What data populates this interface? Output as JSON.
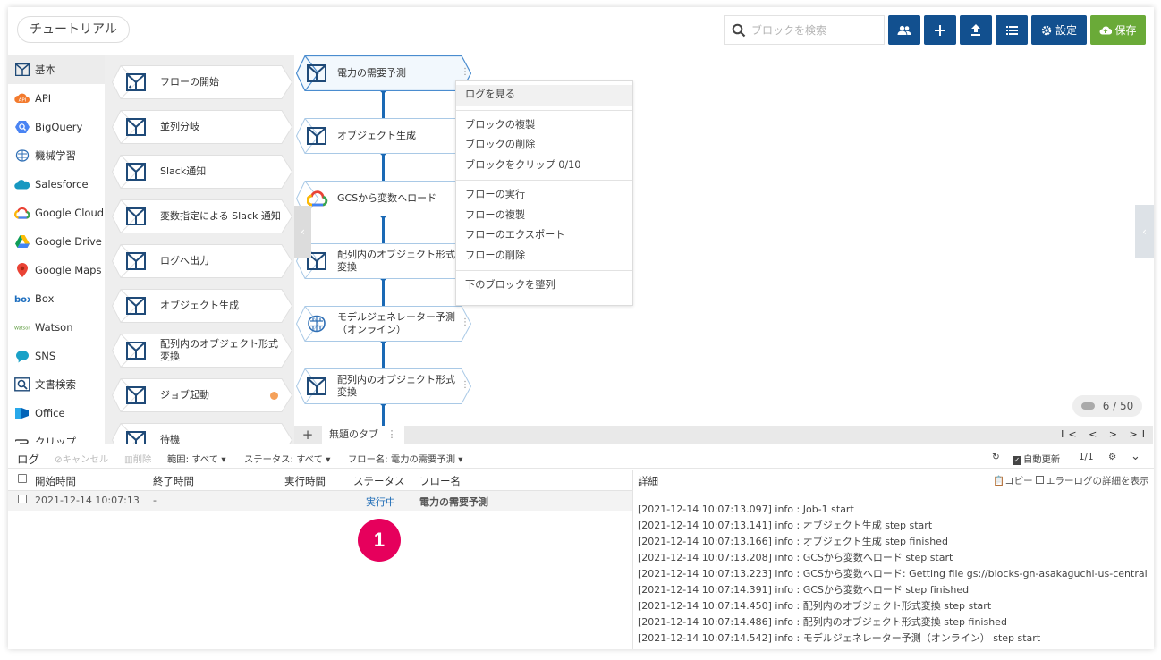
{
  "header": {
    "tab_name": "チュートリアル",
    "search_placeholder": "ブロックを検索",
    "settings_label": "設定",
    "save_label": "保存"
  },
  "sidebar": {
    "items": [
      {
        "label": "基本",
        "icon": "basic-block-icon"
      },
      {
        "label": "API",
        "icon": "api-icon"
      },
      {
        "label": "BigQuery",
        "icon": "bigquery-icon"
      },
      {
        "label": "機械学習",
        "icon": "brain-icon"
      },
      {
        "label": "Salesforce",
        "icon": "salesforce-cloud-icon"
      },
      {
        "label": "Google Cloud",
        "icon": "google-cloud-icon"
      },
      {
        "label": "Google Drive",
        "icon": "google-drive-icon"
      },
      {
        "label": "Google Maps",
        "icon": "map-pin-icon"
      },
      {
        "label": "Box",
        "icon": "box-logo-icon"
      },
      {
        "label": "Watson",
        "icon": "watson-logo-icon"
      },
      {
        "label": "SNS",
        "icon": "chat-bubble-icon"
      },
      {
        "label": "文書検索",
        "icon": "document-search-icon"
      },
      {
        "label": "Office",
        "icon": "office-icon"
      },
      {
        "label": "クリップ",
        "icon": "clip-icon"
      }
    ]
  },
  "palette": {
    "blocks": [
      {
        "label": "フローの開始"
      },
      {
        "label": "並列分岐"
      },
      {
        "label": "Slack通知"
      },
      {
        "label": "変数指定による Slack 通知"
      },
      {
        "label": "ログへ出力"
      },
      {
        "label": "オブジェクト生成"
      },
      {
        "label": "配列内のオブジェクト形式変換"
      },
      {
        "label": "ジョブ起動"
      },
      {
        "label": "待機"
      }
    ]
  },
  "flow": {
    "blocks": [
      {
        "label": "電力の需要予測"
      },
      {
        "label": "オブジェクト生成"
      },
      {
        "label": "GCSから変数へロード"
      },
      {
        "label": "配列内のオブジェクト形式変換"
      },
      {
        "label": "モデルジェネレーター予測（オンライン）"
      },
      {
        "label": "配列内のオブジェクト形式変換"
      }
    ]
  },
  "context_menu": {
    "groups": [
      [
        "ログを見る"
      ],
      [
        "ブロックの複製",
        "ブロックの削除",
        "ブロックをクリップ 0/10"
      ],
      [
        "フローの実行",
        "フローの複製",
        "フローのエクスポート",
        "フローの削除"
      ],
      [
        "下のブロックを整列"
      ]
    ]
  },
  "canvas": {
    "counter": "6 / 50",
    "tab_label": "無題のタブ",
    "tab_nav": "I< < > >I"
  },
  "log": {
    "title": "ログ",
    "cancel": "キャンセル",
    "delete": "削除",
    "range": "範囲: すべて",
    "status_filter": "ステータス: すべて",
    "flow_filter": "フロー名: 電力の需要予測",
    "auto_update": "自動更新",
    "page": "1/1",
    "columns": [
      "開始時間",
      "終了時間",
      "実行時間",
      "ステータス",
      "フロー名"
    ],
    "rows": [
      {
        "start": "2021-12-14 10:07:13",
        "end": "-",
        "duration": "",
        "status": "実行中",
        "flow": "電力の需要予測"
      }
    ],
    "detail_header": "詳細",
    "copy_label": "コピー",
    "error_detail_label": "エラーログの詳細を表示",
    "lines": [
      "[2021-12-14 10:07:13.097]  info : Job-1 start",
      "[2021-12-14 10:07:13.141]  info : オブジェクト生成 step start",
      "[2021-12-14 10:07:13.166]  info : オブジェクト生成 step finished",
      "[2021-12-14 10:07:13.208]  info : GCSから変数へロード step start",
      "[2021-12-14 10:07:13.223]  info : GCSから変数へロード: Getting file gs://blocks-gn-asakaguchi-us-central",
      "[2021-12-14 10:07:14.391]  info : GCSから変数へロード step finished",
      "[2021-12-14 10:07:14.450]  info : 配列内のオブジェクト形式変換 step start",
      "[2021-12-14 10:07:14.486]  info : 配列内のオブジェクト形式変換 step finished",
      "[2021-12-14 10:07:14.542]  info : モデルジェネレーター予測（オンライン） step start"
    ]
  },
  "annotation": {
    "badge": "1"
  },
  "colors": {
    "primary": "#12508f",
    "save": "#6aaa38",
    "connector": "#1a69b5",
    "badge": "#e6005c",
    "running": "#1a69b5"
  }
}
